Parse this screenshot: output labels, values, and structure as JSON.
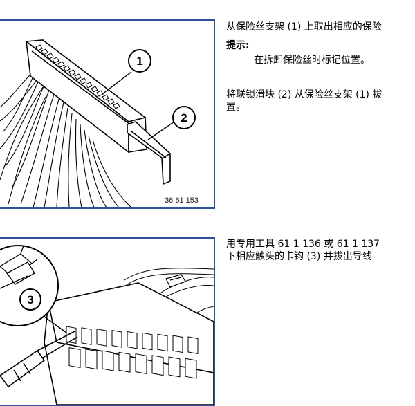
{
  "step1": {
    "line1": "从保险丝支架 (1) 上取出相应的保险",
    "hint_label": "提示:",
    "hint_text": "在拆卸保险丝时标记位置。",
    "line3a": "将联锁滑块 (2) 从保险丝支架 (1) 拔",
    "line3b": "置。"
  },
  "step2": {
    "line1": "用专用工具 61 1 136 或 61 1 137",
    "line2": "下相应触头的卡钩 (3) 并拔出导线"
  },
  "figure1": {
    "callout_1": "1",
    "callout_2": "2",
    "code": "36 61 153"
  },
  "figure2": {
    "callout_3": "3"
  },
  "colors": {
    "frame": "#2f4f9f",
    "line": "#000000"
  }
}
